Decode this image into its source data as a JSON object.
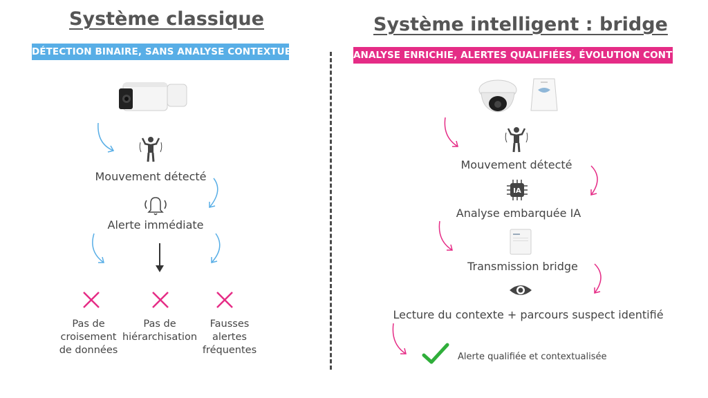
{
  "left": {
    "title": "Système classique",
    "banner": "DÉTECTION BINAIRE, SANS ANALYSE CONTEXTUELLE",
    "step_motion": "Mouvement détecté",
    "step_alert": "Alerte immédiate",
    "cons": [
      {
        "line1": "Pas de",
        "line2": "croisement",
        "line3": "de données"
      },
      {
        "line1": "Pas de",
        "line2": "hiérarchisation",
        "line3": ""
      },
      {
        "line1": "Fausses",
        "line2": "alertes",
        "line3": "fréquentes"
      }
    ]
  },
  "right": {
    "title": "Système intelligent : bridge",
    "banner": "ANALYSE ENRICHIE, ALERTES QUALIFIÉES, ÉVOLUTION CONTINUE",
    "step_motion": "Mouvement détecté",
    "ai_badge": "IA",
    "step_analysis": "Analyse embarquée IA",
    "step_bridge": "Transmission bridge",
    "step_context": "Lecture du contexte + parcours suspect identifié",
    "result": "Alerte qualifiée et contextualisée"
  },
  "colors": {
    "blue_accent": "#58aee6",
    "pink_accent": "#e52c86",
    "check_green": "#2fae3a",
    "text": "#444444"
  },
  "icons": [
    "bullet-camera-icon",
    "person-motion-icon",
    "bell-ringing-icon",
    "arrow-down-icon",
    "cross-icon",
    "dome-camera-icon",
    "pir-sensor-icon",
    "ai-chip-icon",
    "bridge-device-icon",
    "eye-icon",
    "checkmark-icon"
  ]
}
